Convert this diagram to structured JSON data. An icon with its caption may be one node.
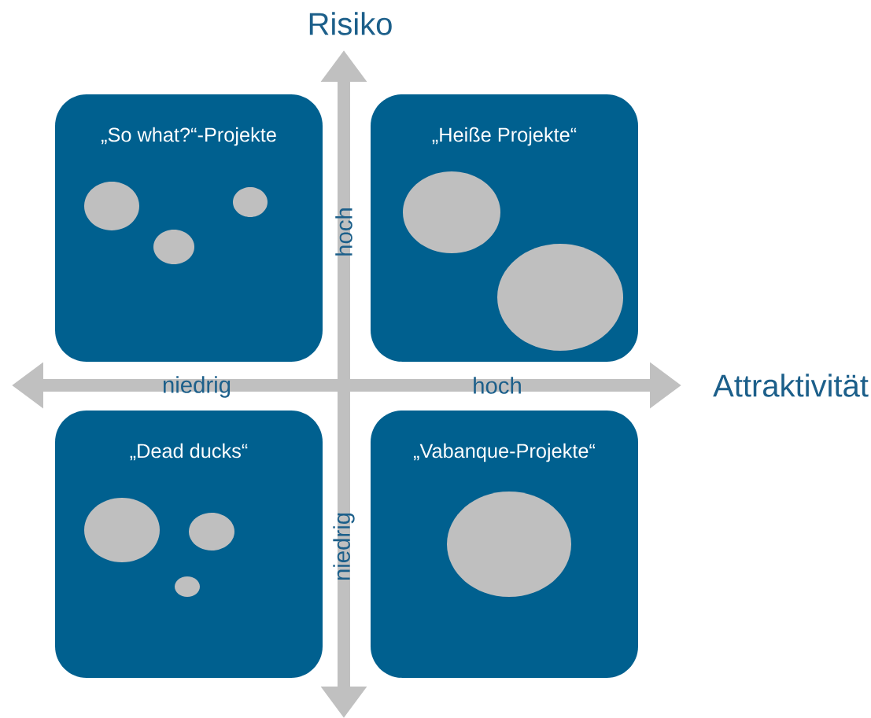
{
  "diagram": {
    "nodes": [
      {
        "text": [
          "„So what?“-Projekte"
        ]
      },
      {
        "text": [],
        "shape": "circle",
        "in": 0
      },
      {
        "text": [],
        "shape": "circle",
        "in": 0
      },
      {
        "text": [],
        "shape": "circle",
        "in": 0
      },
      {
        "text": [
          "„Heiße Projekte“"
        ]
      },
      {
        "text": [],
        "shape": "circle",
        "in": 4
      },
      {
        "text": [],
        "shape": "circle",
        "in": 4
      },
      {
        "text": [
          "„Dead ducks“"
        ]
      },
      {
        "text": [],
        "shape": "circle",
        "in": 7
      },
      {
        "text": [],
        "shape": "circle",
        "in": 7
      },
      {
        "text": [],
        "shape": "circle",
        "in": 7
      },
      {
        "text": [
          "„Vabanque-Projekte“"
        ]
      },
      {
        "text": [],
        "shape": "circle",
        "in": 11
      }
    ],
    "labels": [
      "Risiko",
      "hoch",
      "niedrig",
      "hoch",
      "Attraktivität",
      "niedrig"
    ]
  }
}
